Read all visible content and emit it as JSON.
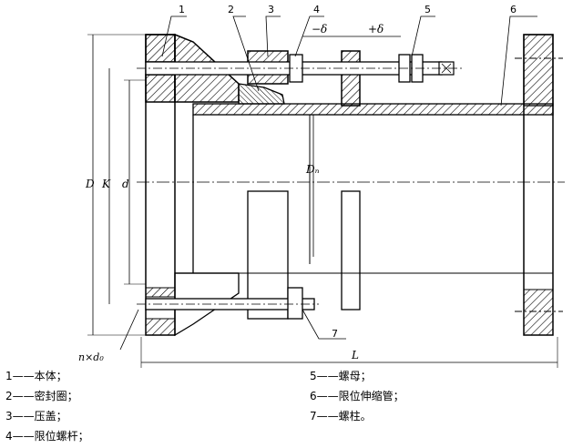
{
  "callouts": [
    "1",
    "2",
    "3",
    "4",
    "5",
    "6",
    "7"
  ],
  "dimensions": {
    "minus_delta": "−δ",
    "plus_delta": "+δ",
    "D": "D",
    "K": "K",
    "d": "d",
    "Dn": "Dₙ",
    "bolt_holes": "n×d₀",
    "L": "L"
  },
  "legend": [
    "1——本体；",
    "2——密封圈；",
    "3——压盖；",
    "4——限位螺杆；",
    "5——螺母；",
    "6——限位伸缩管；",
    "7——螺柱。"
  ]
}
